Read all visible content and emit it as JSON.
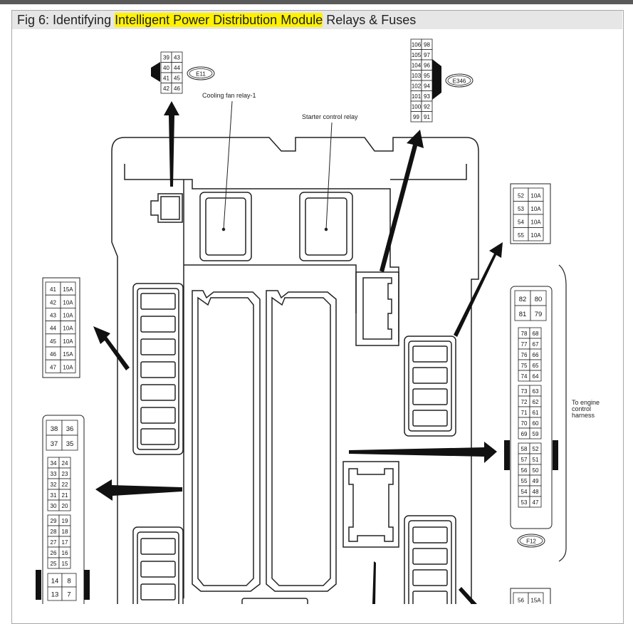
{
  "figure": {
    "caption_prefix": "Fig 6: Identifying ",
    "caption_highlight": "Intelligent Power Distribution Module",
    "caption_suffix": " Relays & Fuses",
    "highlight_color": "#fff200"
  },
  "labels": {
    "cooling_fan_relay": "Cooling fan relay-1",
    "starter_control_relay": "Starter control relay",
    "engine_harness": [
      "To engine",
      "control",
      "harness"
    ]
  },
  "connectors": {
    "e11": {
      "name": "E11",
      "rows": [
        [
          "39",
          "43"
        ],
        [
          "40",
          "44"
        ],
        [
          "41",
          "45"
        ],
        [
          "42",
          "46"
        ]
      ]
    },
    "e346": {
      "name": "E346",
      "rows": [
        [
          "106",
          "98"
        ],
        [
          "105",
          "97"
        ],
        [
          "104",
          "96"
        ],
        [
          "103",
          "95"
        ],
        [
          "102",
          "94"
        ],
        [
          "101",
          "93"
        ],
        [
          "100",
          "92"
        ],
        [
          "99",
          "91"
        ]
      ]
    },
    "f12": {
      "name": "F12",
      "large_rows": [
        [
          "82",
          "80"
        ],
        [
          "81",
          "79"
        ]
      ],
      "groups": [
        [
          [
            "78",
            "68"
          ],
          [
            "77",
            "67"
          ],
          [
            "76",
            "66"
          ],
          [
            "75",
            "65"
          ],
          [
            "74",
            "64"
          ]
        ],
        [
          [
            "73",
            "63"
          ],
          [
            "72",
            "62"
          ],
          [
            "71",
            "61"
          ],
          [
            "70",
            "60"
          ],
          [
            "69",
            "59"
          ]
        ],
        [
          [
            "58",
            "52"
          ],
          [
            "57",
            "51"
          ],
          [
            "56",
            "50"
          ],
          [
            "55",
            "49"
          ],
          [
            "54",
            "48"
          ],
          [
            "53",
            "47"
          ]
        ]
      ]
    },
    "left_lower": {
      "large_rows": [
        [
          "38",
          "36"
        ],
        [
          "37",
          "35"
        ]
      ],
      "groups": [
        [
          [
            "34",
            "24"
          ],
          [
            "33",
            "23"
          ],
          [
            "32",
            "22"
          ],
          [
            "31",
            "21"
          ],
          [
            "30",
            "20"
          ]
        ],
        [
          [
            "29",
            "19"
          ],
          [
            "28",
            "18"
          ],
          [
            "27",
            "17"
          ],
          [
            "26",
            "16"
          ],
          [
            "25",
            "15"
          ]
        ],
        [
          [
            "14",
            "8"
          ],
          [
            "13",
            "7"
          ]
        ]
      ]
    }
  },
  "fuse_tables": {
    "left": [
      [
        "41",
        "15A"
      ],
      [
        "42",
        "10A"
      ],
      [
        "43",
        "10A"
      ],
      [
        "44",
        "10A"
      ],
      [
        "45",
        "10A"
      ],
      [
        "46",
        "15A"
      ],
      [
        "47",
        "10A"
      ]
    ],
    "right_top": [
      [
        "52",
        "10A"
      ],
      [
        "53",
        "10A"
      ],
      [
        "54",
        "10A"
      ],
      [
        "55",
        "10A"
      ]
    ],
    "right_bottom": [
      [
        "56",
        "15A"
      ]
    ]
  }
}
